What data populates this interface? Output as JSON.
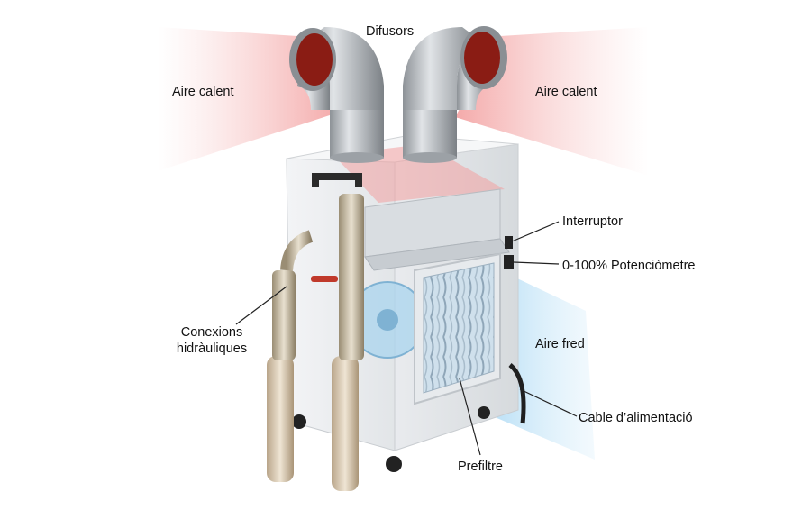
{
  "labels": {
    "difusors": "Difusors",
    "aire_calent_left": "Aire calent",
    "aire_calent_right": "Aire calent",
    "interruptor": "Interruptor",
    "potenciometre": "0-100% Potenciòmetre",
    "conexions_line1": "Conexions",
    "conexions_line2": "hidràuliques",
    "aire_fred": "Aire fred",
    "cable": "Cable d’alimentació",
    "prefiltre": "Prefiltre"
  },
  "colors": {
    "warm_air": "#f4a3a3",
    "cold_air": "#9fd3f2",
    "duct_inner": "#8a1c14",
    "cabinet": "#eef0f2",
    "leader": "#222222"
  }
}
